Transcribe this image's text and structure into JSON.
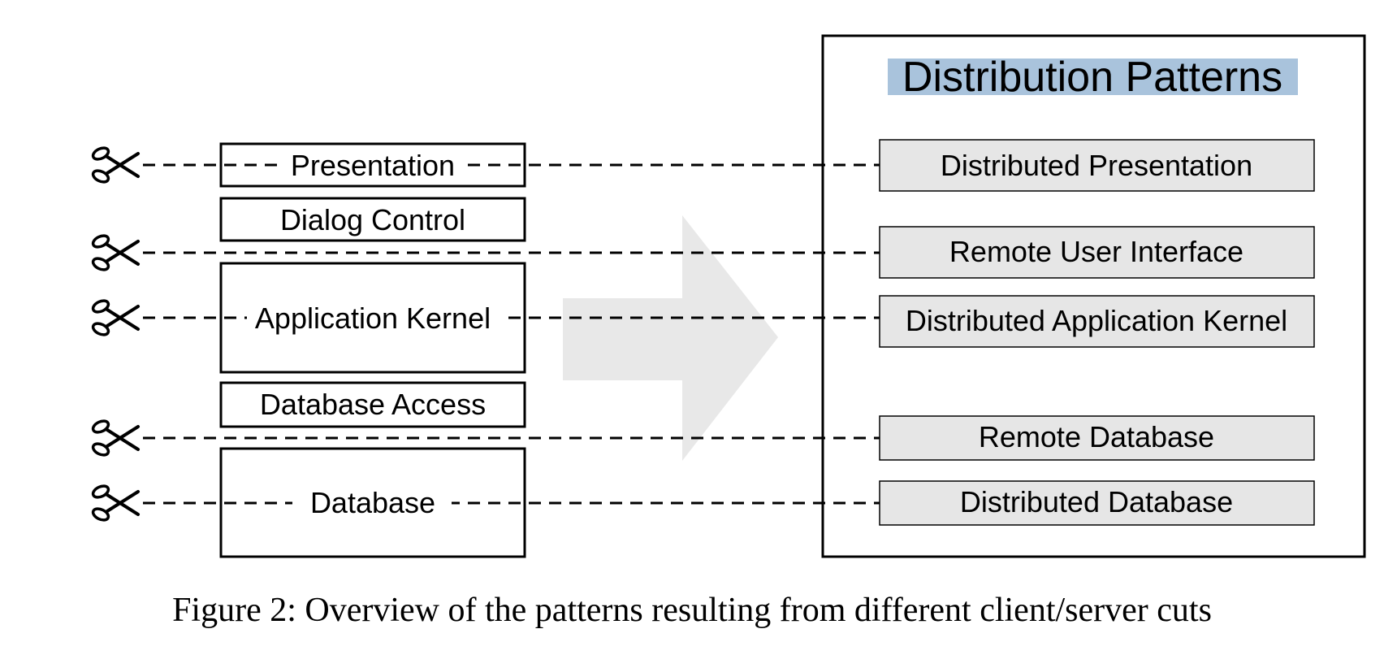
{
  "layers": [
    {
      "id": "presentation",
      "label": "Presentation"
    },
    {
      "id": "dialog-control",
      "label": "Dialog Control"
    },
    {
      "id": "application-kernel",
      "label": "Application Kernel"
    },
    {
      "id": "database-access",
      "label": "Database Access"
    },
    {
      "id": "database",
      "label": "Database"
    }
  ],
  "panel": {
    "title": "Distribution Patterns",
    "title_highlight_color": "#a9c3dc",
    "patterns": [
      {
        "id": "distributed-presentation",
        "label": "Distributed Presentation"
      },
      {
        "id": "remote-user-interface",
        "label": "Remote User Interface"
      },
      {
        "id": "distributed-application-kernel",
        "label": "Distributed Application Kernel"
      },
      {
        "id": "remote-database",
        "label": "Remote Database"
      },
      {
        "id": "distributed-database",
        "label": "Distributed Database"
      }
    ]
  },
  "cut_icon": "scissors-icon",
  "colors": {
    "pattern_fill": "#e6e6e6",
    "arrow_fill": "#e8e8e8"
  },
  "caption": "Figure 2: Overview of the patterns resulting from different client/server cuts"
}
